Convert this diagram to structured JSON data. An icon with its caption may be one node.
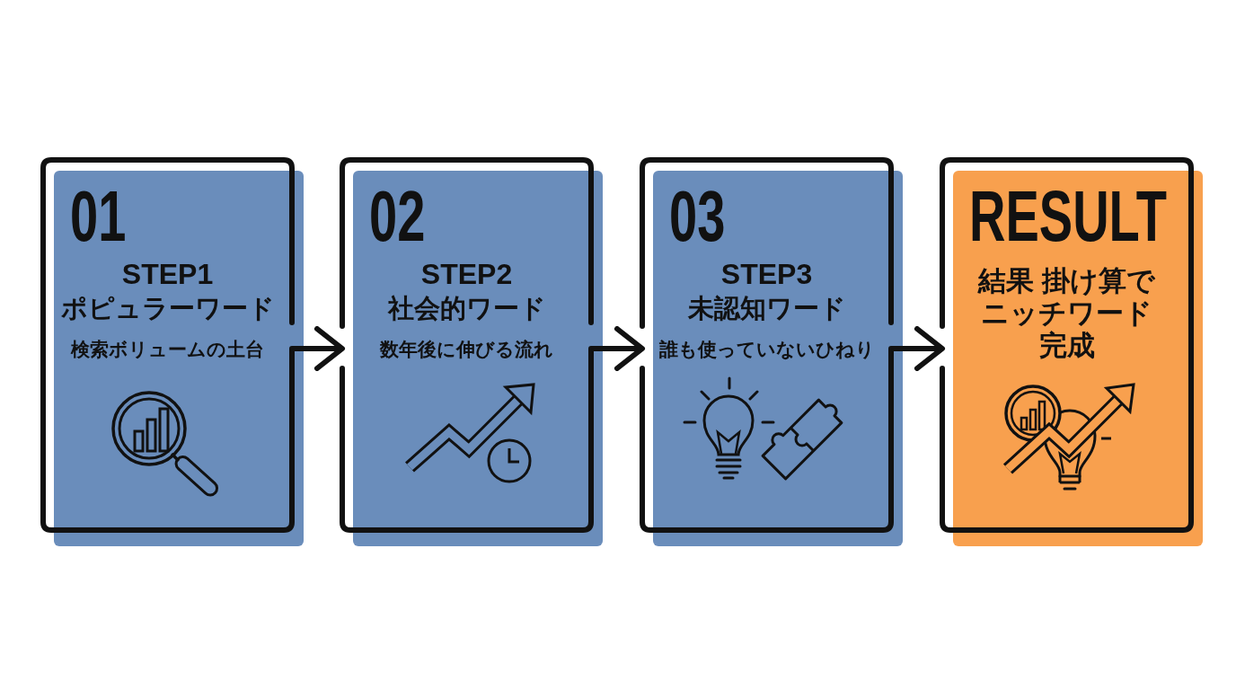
{
  "diagram": {
    "nodes": [
      {
        "text": [
          "01",
          "STEP1",
          "ポピュラーワード",
          "検索ボリュームの土台"
        ]
      },
      {
        "text": [
          "02",
          "STEP2",
          "社会的ワード",
          "数年後に伸びる流れ"
        ]
      },
      {
        "text": [
          "03",
          "STEP3",
          "未認知ワード",
          "誰も使っていないひねり"
        ]
      },
      {
        "text": [
          "RESULT",
          "結果 掛け算でニッチワード完成"
        ]
      }
    ],
    "edges": [
      {
        "from": 0,
        "to": 1,
        "arrow": "to"
      },
      {
        "from": 1,
        "to": 2,
        "arrow": "to"
      },
      {
        "from": 2,
        "to": 3,
        "arrow": "to"
      }
    ]
  }
}
